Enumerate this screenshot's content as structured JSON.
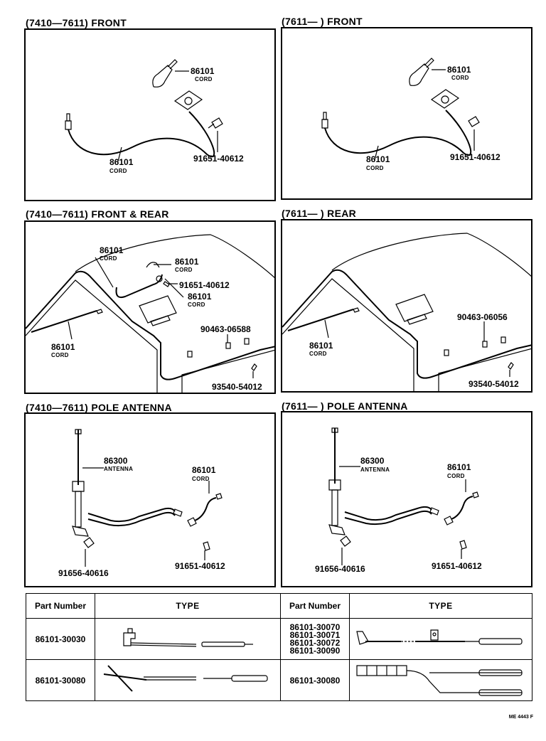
{
  "sections": [
    {
      "title": "(7410—7611)   FRONT",
      "labels": {
        "cord_top": "86101",
        "cord_top_sub": "CORD",
        "cord_main": "86101",
        "cord_main_sub": "CORD",
        "screw": "91651-40612"
      }
    },
    {
      "title": "(7611—       )   FRONT",
      "labels": {
        "cord_top": "86101",
        "cord_top_sub": "CORD",
        "cord_main": "86101",
        "cord_main_sub": "CORD",
        "screw": "91651-40612"
      }
    },
    {
      "title": "(7410—7611)   FRONT & REAR",
      "labels": {
        "cord_a": "86101",
        "cord_a_sub": "CORD",
        "cord_b": "86101",
        "cord_b_sub": "CORD",
        "screw": "91651-40612",
        "cord_c": "86101",
        "cord_c_sub": "CORD",
        "bolt": "90463-06588",
        "cord_main": "86101",
        "cord_main_sub": "CORD",
        "clip": "93540-54012"
      }
    },
    {
      "title": "(7611—       )   REAR",
      "labels": {
        "bolt": "90463-06056",
        "cord_main": "86101",
        "cord_main_sub": "CORD",
        "clip": "93540-54012"
      }
    },
    {
      "title": "(7410—7611)   POLE ANTENNA",
      "labels": {
        "antenna": "86300",
        "antenna_sub": "ANTENNA",
        "cord": "86101",
        "cord_sub": "CORD",
        "screw_l": "91656-40616",
        "screw_r": "91651-40612"
      }
    },
    {
      "title": "(7611—       )   POLE ANTENNA",
      "labels": {
        "antenna": "86300",
        "antenna_sub": "ANTENNA",
        "cord": "86101",
        "cord_sub": "CORD",
        "screw_l": "91656-40616",
        "screw_r": "91651-40612"
      }
    }
  ],
  "parts_table": {
    "headers": {
      "part_number": "Part Number",
      "type": "TYPE"
    },
    "left": [
      {
        "part_number": "86101-30030"
      },
      {
        "part_number": "86101-30080"
      }
    ],
    "right": [
      {
        "part_numbers": [
          "86101-30070",
          "86101-30071",
          "86101-30072",
          "86101-30090"
        ]
      },
      {
        "part_number": "86101-30080"
      }
    ]
  },
  "footnote": "ME 4443 F"
}
